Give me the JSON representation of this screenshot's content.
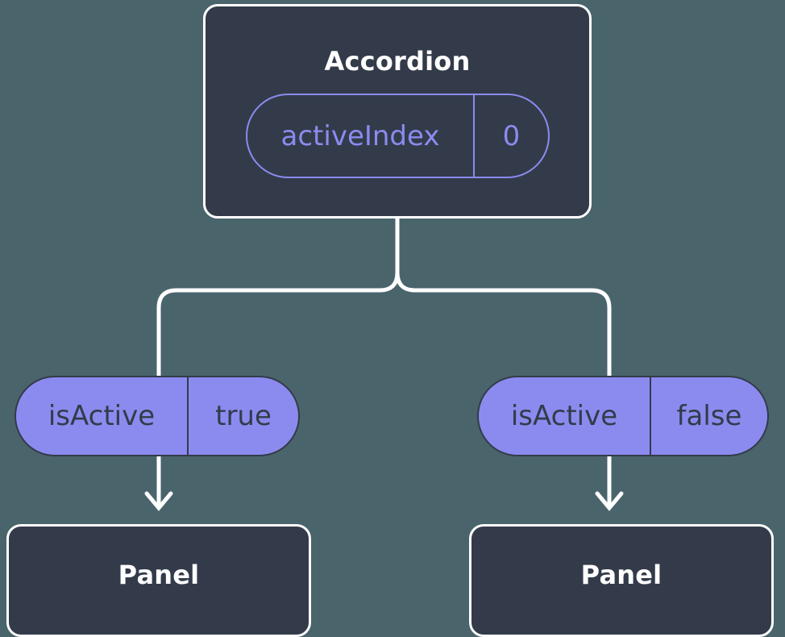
{
  "diagram": {
    "type": "component-state-tree",
    "background_color": "#4a646c",
    "card_color": "#333b4a",
    "accent_color": "#8b8bef",
    "line_color": "#ffffff",
    "root": {
      "title": "Accordion",
      "state": {
        "key": "activeIndex",
        "value": "0"
      }
    },
    "branches": [
      {
        "prop": {
          "key": "isActive",
          "value": "true"
        },
        "child": {
          "title": "Panel"
        }
      },
      {
        "prop": {
          "key": "isActive",
          "value": "false"
        },
        "child": {
          "title": "Panel"
        }
      }
    ],
    "edges": {
      "root_to_branches": "split-fork",
      "branch_to_child": "arrow-down"
    }
  }
}
